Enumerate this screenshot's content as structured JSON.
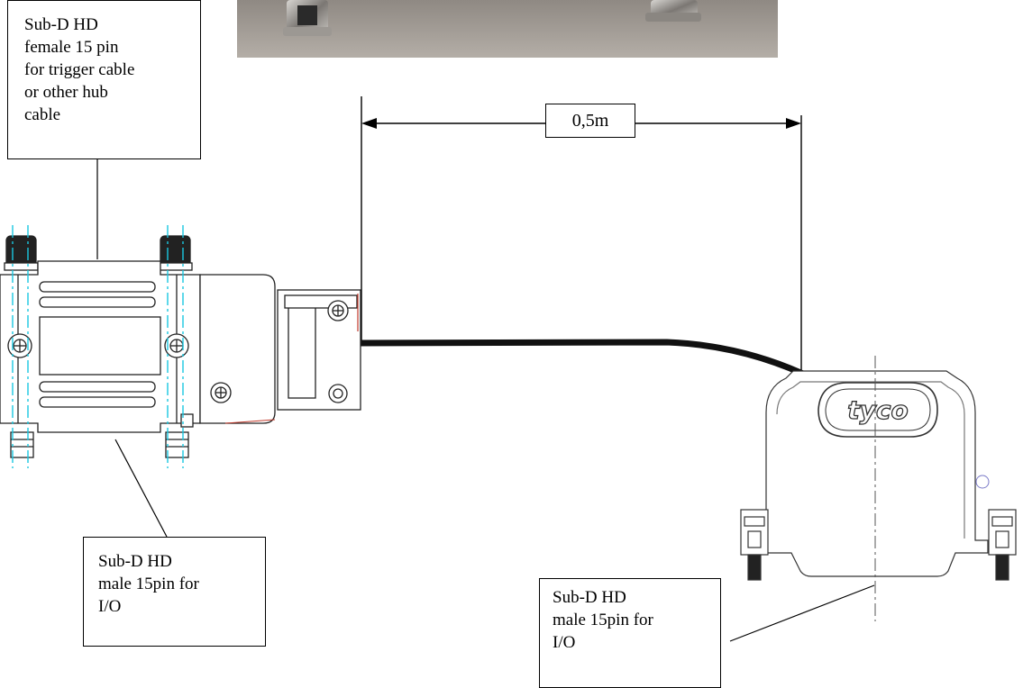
{
  "callouts": {
    "top_left": "Sub-D HD\nfemale 15 pin\nfor trigger cable\nor other hub\ncable",
    "bottom_left": "Sub-D HD\nmale 15pin for\nI/O",
    "bottom_right": "Sub-D HD\nmale 15pin for\nI/O"
  },
  "dimension": {
    "label": "0,5m"
  },
  "connector_brand": "tyco",
  "colors": {
    "photo_background": "#a8a29c",
    "centerline": "#19c7e0",
    "cable": "#111111",
    "outline": "#222222"
  }
}
